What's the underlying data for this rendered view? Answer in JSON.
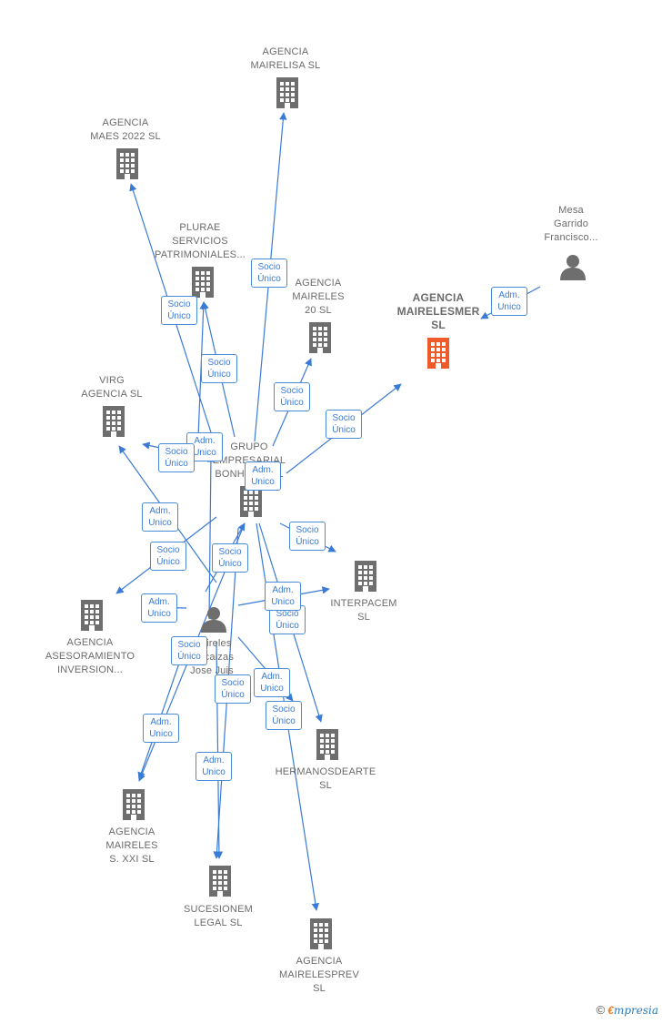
{
  "colors": {
    "edge": "#3a7bd5",
    "company": "#6e6e6e",
    "main_company": "#ef5a2a",
    "person": "#6e6e6e"
  },
  "nodes": [
    {
      "id": "mairelisa",
      "kind": "company",
      "label": "AGENCIA\nMAIRELISA  SL"
    },
    {
      "id": "maes",
      "kind": "company",
      "label": "AGENCIA\nMAES 2022  SL"
    },
    {
      "id": "plurae",
      "kind": "company",
      "label": "PLURAE\nSERVICIOS\nPATRIMONIALES..."
    },
    {
      "id": "maireles20",
      "kind": "company",
      "label": "AGENCIA\nMAIRELES\n20  SL"
    },
    {
      "id": "mairelesmer",
      "kind": "main",
      "label": "AGENCIA\nMAIRELESMER\nSL"
    },
    {
      "id": "mesa",
      "kind": "person",
      "label": "Mesa\nGarrido\nFrancisco..."
    },
    {
      "id": "virg",
      "kind": "company",
      "label": "VIRG\nAGENCIA  SL"
    },
    {
      "id": "grupo",
      "kind": "company",
      "label": "GRUPO\nEMPRESARIAL\nBONHOME SL"
    },
    {
      "id": "interpacem",
      "kind": "company",
      "label": "INTERPACEM\nSL"
    },
    {
      "id": "asesoramiento",
      "kind": "company",
      "label": "AGENCIA\nASESORAMIENTO\nINVERSION..."
    },
    {
      "id": "person_center",
      "kind": "person",
      "label": "Maireles\nVizcaizas\nJose Juis"
    },
    {
      "id": "hermanos",
      "kind": "company",
      "label": "HERMANOSDEARTE\nSL"
    },
    {
      "id": "xxi",
      "kind": "company",
      "label": "AGENCIA\nMAIRELES\nS. XXI  SL"
    },
    {
      "id": "sucesionem",
      "kind": "company",
      "label": "SUCESIONEM\nLEGAL  SL"
    },
    {
      "id": "mairelesprev",
      "kind": "company",
      "label": "AGENCIA\nMAIRELESPREV\nSL"
    }
  ],
  "edge_labels": [
    {
      "id": "e1",
      "text": "Socio\nÚnico"
    },
    {
      "id": "e2",
      "text": "Socio\nÚnico"
    },
    {
      "id": "e3",
      "text": "Socio\nÚnico"
    },
    {
      "id": "e4",
      "text": "Socio\nÚnico"
    },
    {
      "id": "e5",
      "text": "Socio\nÚnico"
    },
    {
      "id": "e6",
      "text": "Adm.\nUnico"
    },
    {
      "id": "e7",
      "text": "Adm.\nUnico"
    },
    {
      "id": "e8",
      "text": "Socio\nÚnico"
    },
    {
      "id": "e9",
      "text": "Adm.\nUnico"
    },
    {
      "id": "e10",
      "text": "Socio\nÚnico"
    },
    {
      "id": "e11",
      "text": "Socio\nÚnico"
    },
    {
      "id": "e12",
      "text": "Adm.\nUnico"
    },
    {
      "id": "e13",
      "text": "Socio\nÚnico"
    },
    {
      "id": "e14",
      "text": "Adm.\nUnico"
    },
    {
      "id": "e15",
      "text": "Adm.\nUnico"
    },
    {
      "id": "e16",
      "text": "Socio\nÚnico"
    },
    {
      "id": "e17",
      "text": "Socio\nÚnico"
    },
    {
      "id": "e18",
      "text": "Socio\nÚnico"
    },
    {
      "id": "e19",
      "text": "Adm.\nUnico"
    },
    {
      "id": "e20",
      "text": "Socio\nÚnico"
    },
    {
      "id": "e21",
      "text": "Adm.\nUnico"
    },
    {
      "id": "e22",
      "text": "Adm.\nUnico"
    }
  ],
  "footer": {
    "copyright": "©",
    "brand_first": "€",
    "brand_rest": "mpresia"
  }
}
